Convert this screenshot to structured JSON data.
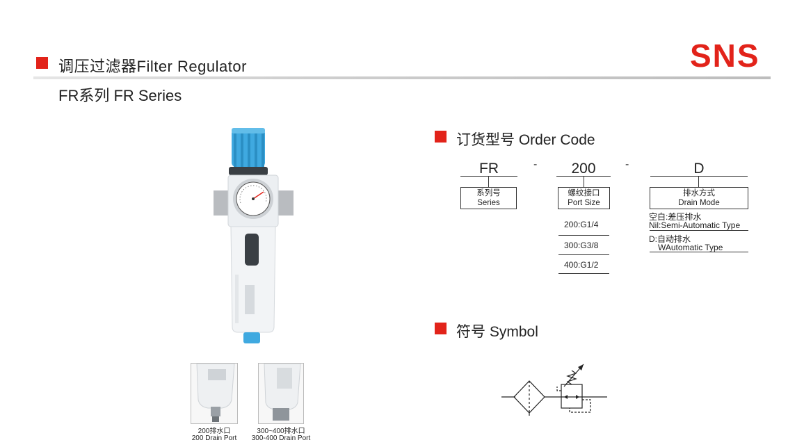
{
  "header": {
    "title": "调压过滤器Filter Regulator",
    "brand": "SNS",
    "subtitle": "FR系列 FR Series"
  },
  "order_code": {
    "title": "订货型号 Order Code",
    "parts": [
      "FR",
      "200",
      "D"
    ],
    "separator": "-",
    "series_box": {
      "cn": "系列号",
      "en": "Series"
    },
    "port_box": {
      "cn": "螺纹接口",
      "en": "Port Size"
    },
    "port_options": [
      "200:G1/4",
      "300:G3/8",
      "400:G1/2"
    ],
    "drain_box": {
      "cn": "排水方式",
      "en": "Drain Mode"
    },
    "drain_options": [
      {
        "cn": "空白:差压排水",
        "en": "Nil:Semi-Automatic Type"
      },
      {
        "cn": "D:自动排水",
        "en": "WAutomatic Type"
      }
    ]
  },
  "symbol": {
    "title": "符号 Symbol"
  },
  "thumbnails": [
    {
      "cn": "200排水口",
      "en": "200 Drain Port"
    },
    {
      "cn": "300~400排水口",
      "en": "300-400 Drain Port"
    }
  ],
  "colors": {
    "accent": "#e2231a",
    "knob": "#3fa9e0",
    "body": "#f2f4f6"
  }
}
